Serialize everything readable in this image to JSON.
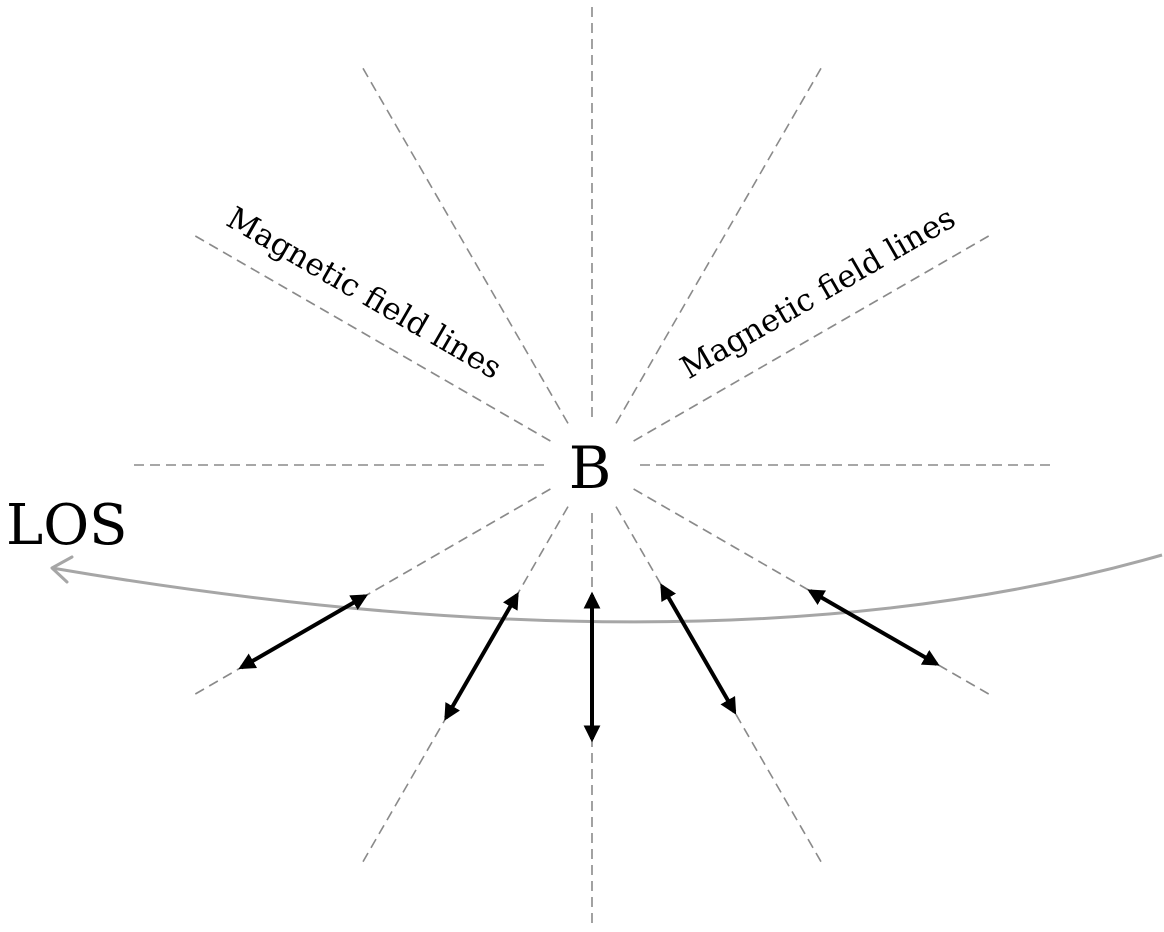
{
  "labels": {
    "center": "B",
    "line_of_sight": "LOS",
    "field_lines_left": "Magnetic field lines",
    "field_lines_right": "Magnetic field lines"
  },
  "colors": {
    "field_line": "#8a8a8a",
    "los_curve": "#a6a6a6",
    "polarization_arrow": "#000000",
    "background": "#ffffff"
  },
  "diagram": {
    "field_line_count": 12,
    "polarization_arrow_count": 5
  }
}
